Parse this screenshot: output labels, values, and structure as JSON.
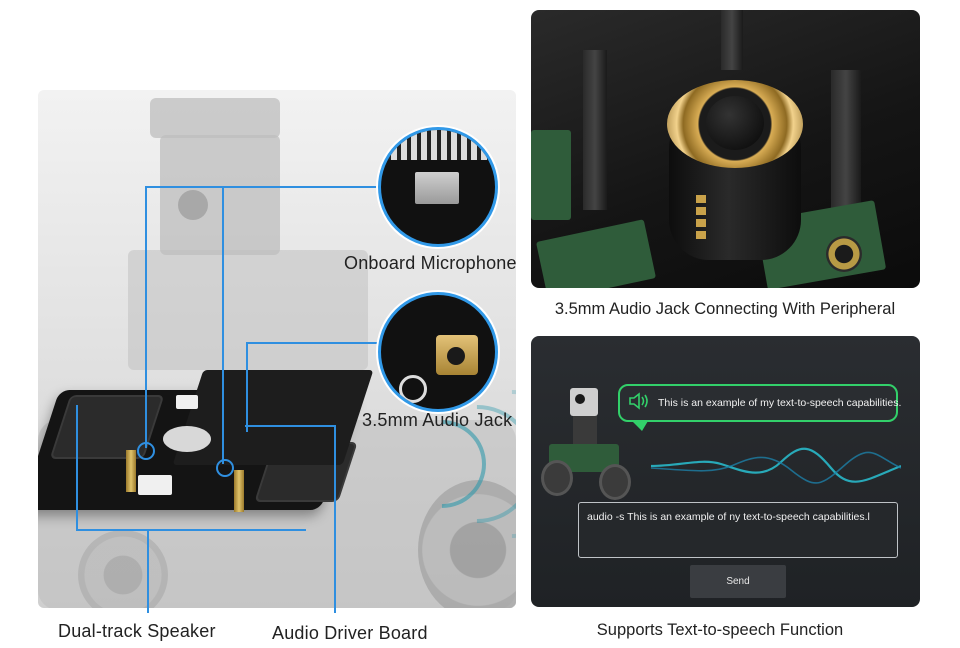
{
  "labels": {
    "microphone": "Onboard Microphone",
    "audio_jack": "3.5mm Audio Jack",
    "speaker": "Dual-track Speaker",
    "driver_board": "Audio Driver Board"
  },
  "captions": {
    "jack_photo": "3.5mm Audio Jack Connecting With Peripheral",
    "tts_panel": "Supports Text-to-speech Function"
  },
  "tts": {
    "bubble_text": "This is an example of my text-to-speech capabilities.",
    "input_value": "audio -s This is an example of ny text-to-speech capabilities.l",
    "send_label": "Send"
  },
  "colors": {
    "callout": "#2f8fe0",
    "bubble_border": "#32d06a",
    "wave": "#29b8c9"
  },
  "icons": {
    "speaker_icon": "speaker-volume-icon"
  }
}
